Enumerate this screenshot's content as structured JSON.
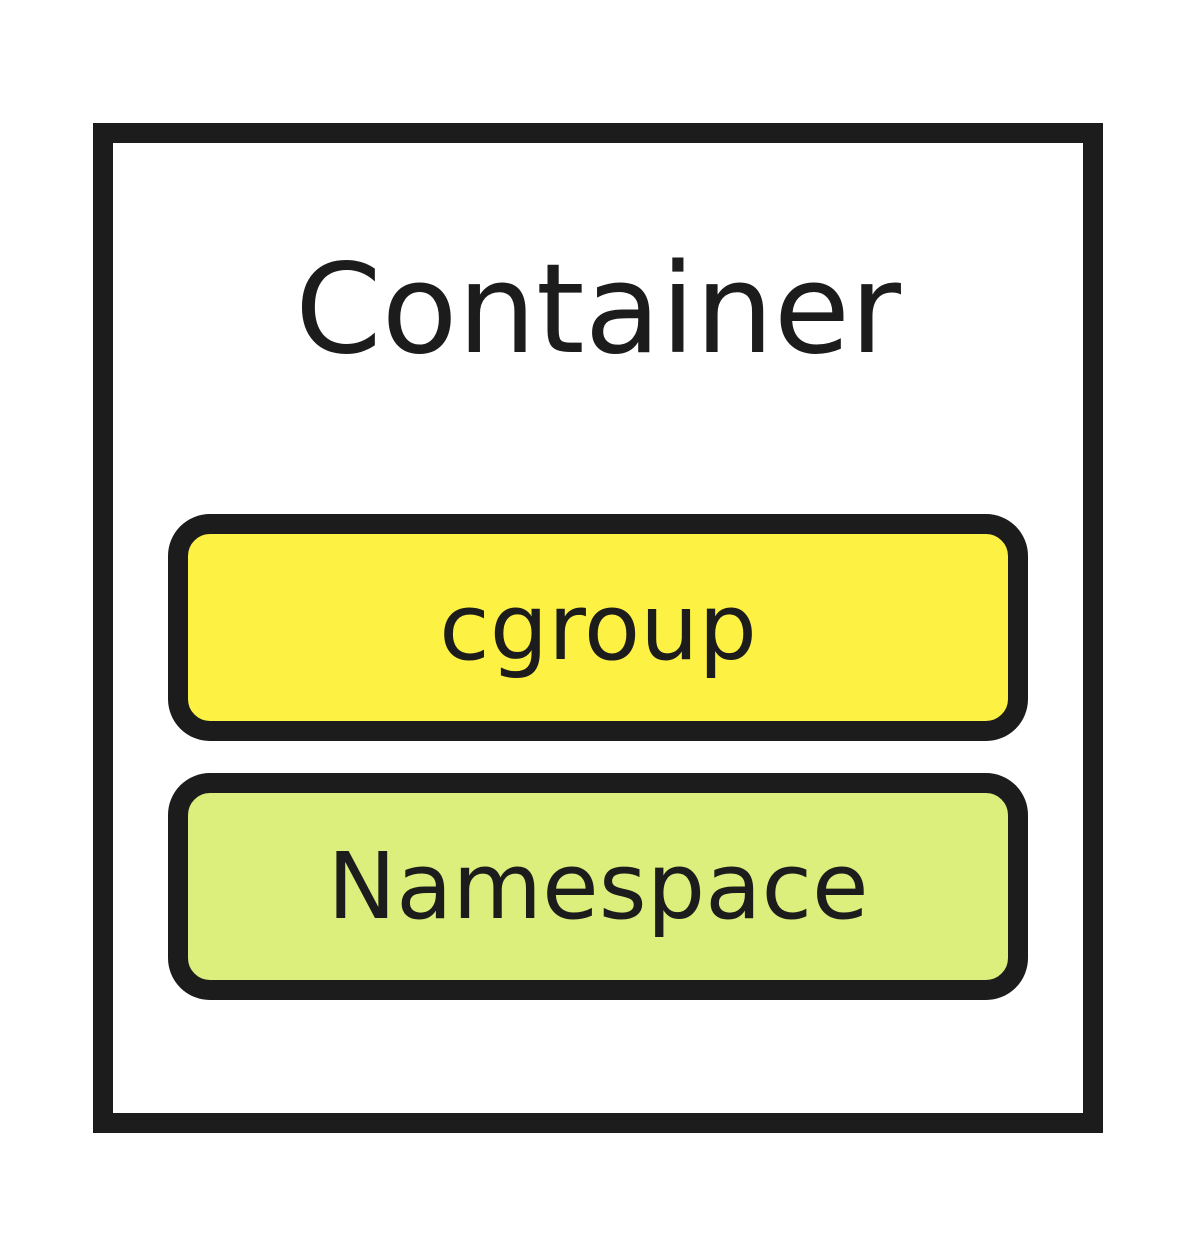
{
  "diagram": {
    "container": {
      "label": "Container",
      "border_color": "#1c1c1c"
    },
    "components": [
      {
        "label": "cgroup",
        "fill": "#fdf244"
      },
      {
        "label": "Namespace",
        "fill": "#dcee7c"
      }
    ]
  }
}
